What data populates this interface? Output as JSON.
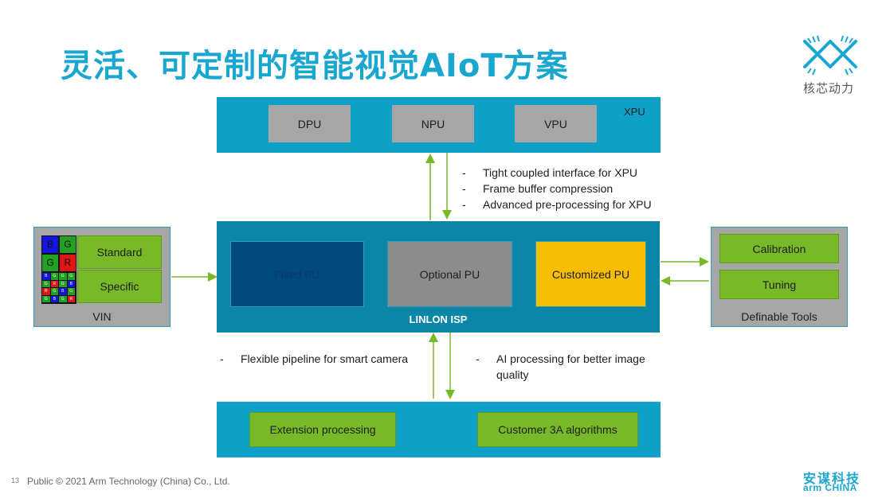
{
  "title": "灵活、可定制的智能视觉AIoT方案",
  "logo": {
    "icon": "nx-logo-icon",
    "text": "核芯动力"
  },
  "xpu": {
    "label": "XPU",
    "units": [
      "DPU",
      "NPU",
      "VPU"
    ]
  },
  "xpu_notes": [
    "Tight coupled interface for XPU",
    "Frame buffer compression",
    "Advanced pre-processing for XPU"
  ],
  "vin": {
    "label": "VIN",
    "modes": [
      "Standard",
      "Specific"
    ],
    "bayer_large": [
      [
        "B",
        "G"
      ],
      [
        "G",
        "R"
      ]
    ],
    "bayer_small": [
      [
        "B",
        "G",
        "G",
        "G"
      ],
      [
        "G",
        "R",
        "G",
        "B"
      ],
      [
        "R",
        "G",
        "B",
        "G"
      ],
      [
        "G",
        "B",
        "G",
        "R"
      ]
    ]
  },
  "isp": {
    "label": "LINLON ISP",
    "units": [
      "Fixed PU",
      "Optional PU",
      "Customized PU"
    ]
  },
  "tools": {
    "label": "Definable Tools",
    "items": [
      "Calibration",
      "Tuning"
    ]
  },
  "bottom_notes": {
    "left": "Flexible pipeline for smart camera",
    "right": "AI processing for better image quality"
  },
  "bottom": {
    "items": [
      "Extension processing",
      "Customer 3A algorithms"
    ]
  },
  "footer": {
    "page_number": "13",
    "text": "Public © 2021 Arm Technology (China) Co., Ltd.",
    "brand_cn": "安谋科技",
    "brand_en": "arm CHINA"
  },
  "colors": {
    "accent": "#1aa7cf",
    "block_blue": "#0fa0c8",
    "isp_blue": "#0b86a6",
    "gray": "#a6a6a6",
    "green": "#78b928",
    "fixed_pu": "#004a80",
    "customized_pu": "#f7bd00",
    "arrow": "#78b928"
  }
}
